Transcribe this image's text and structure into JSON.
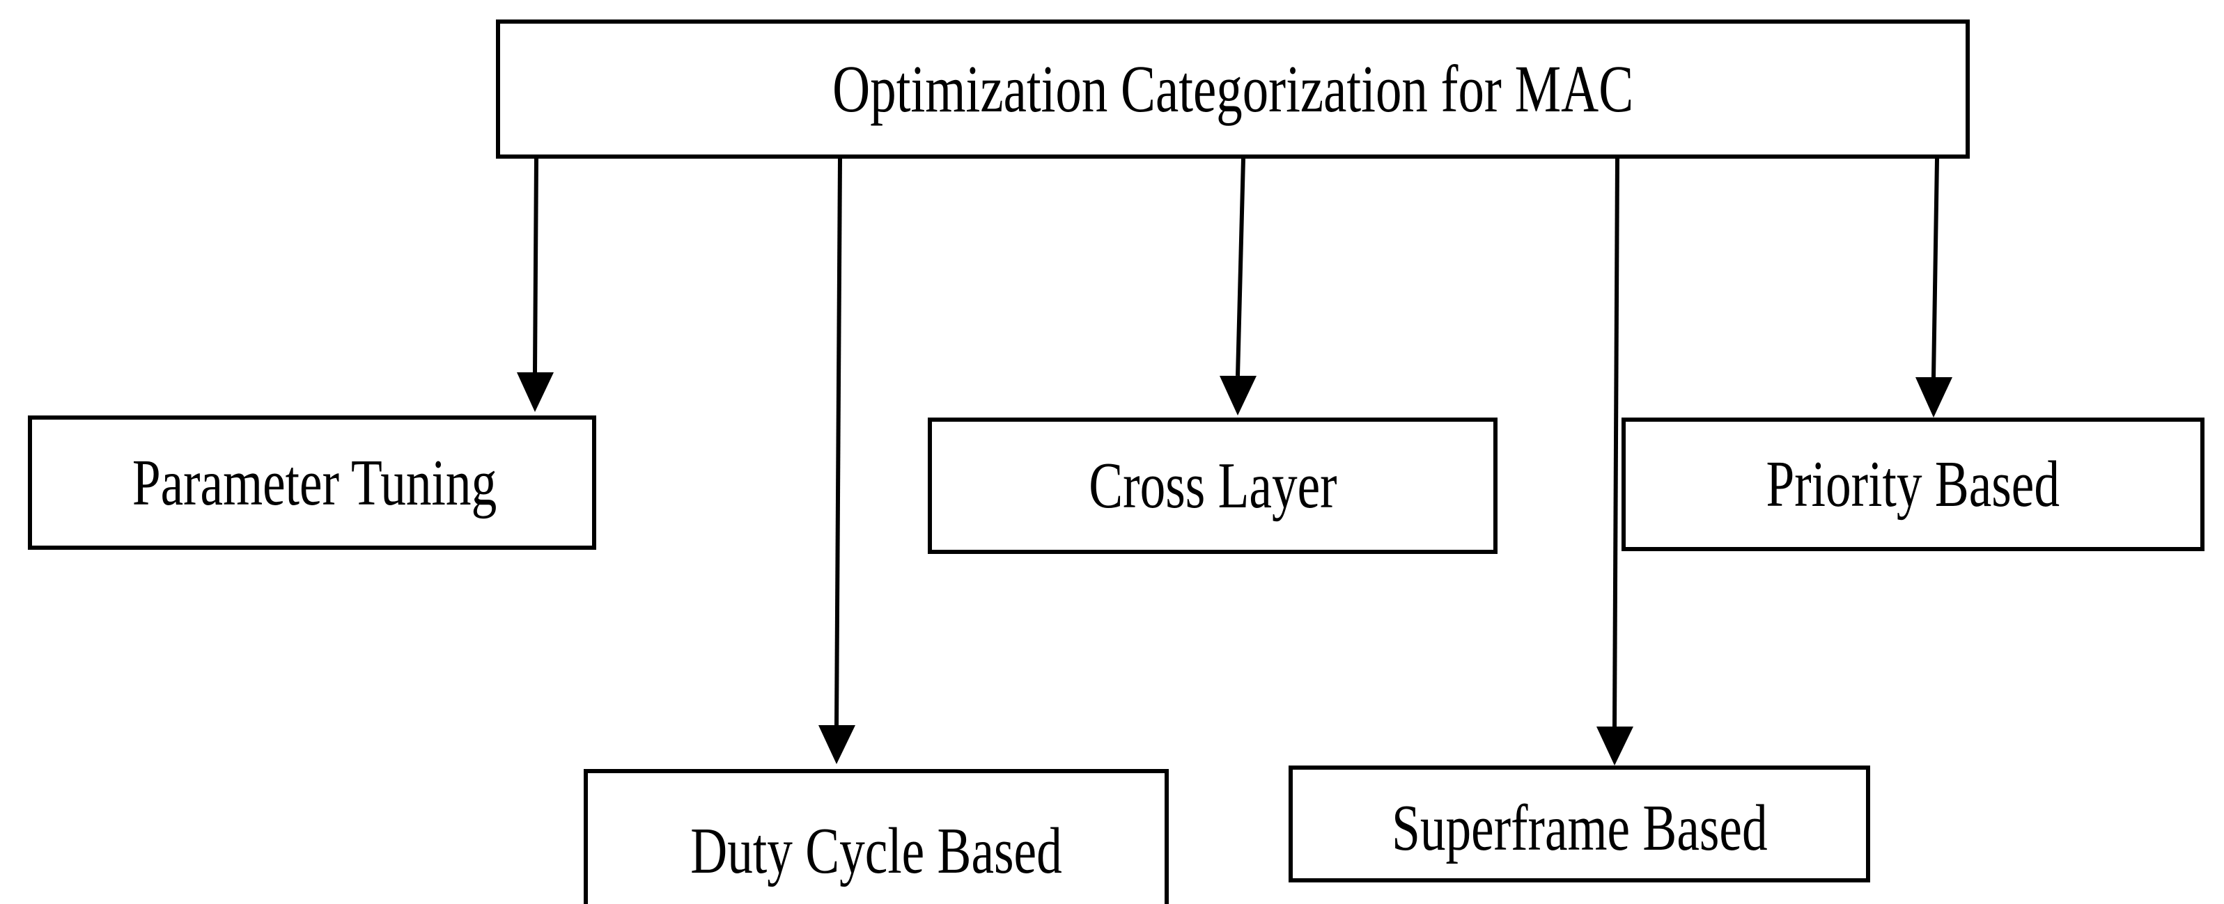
{
  "diagram": {
    "title_node": {
      "id": "root",
      "label": "Optimization Categorization for MAC"
    },
    "nodes": [
      {
        "id": "parameter-tuning",
        "label": "Parameter Tuning"
      },
      {
        "id": "duty-cycle-based",
        "label": "Duty Cycle Based"
      },
      {
        "id": "cross-layer",
        "label": "Cross Layer"
      },
      {
        "id": "superframe-based",
        "label": "Superframe Based"
      },
      {
        "id": "priority-based",
        "label": "Priority Based"
      }
    ],
    "edges": [
      {
        "from": "root",
        "to": "parameter-tuning",
        "arrow": "down"
      },
      {
        "from": "root",
        "to": "duty-cycle-based",
        "arrow": "down"
      },
      {
        "from": "root",
        "to": "cross-layer",
        "arrow": "down"
      },
      {
        "from": "root",
        "to": "superframe-based",
        "arrow": "down"
      },
      {
        "from": "root",
        "to": "priority-based",
        "arrow": "down"
      }
    ],
    "colors": {
      "background": "#ffffff",
      "stroke": "#000000",
      "text": "#000000",
      "fill": "#ffffff"
    }
  }
}
